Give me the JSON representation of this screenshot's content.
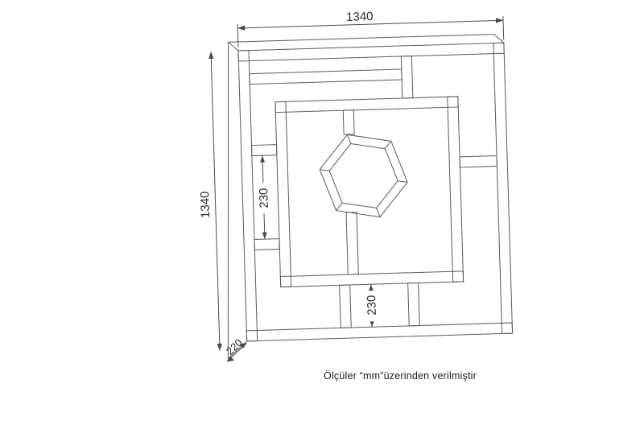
{
  "page": {
    "background_color": "#ffffff"
  },
  "drawing": {
    "type": "furniture-technical-drawing",
    "subject": "square shelving unit with maze-style compartments and hexagonal center shelf",
    "labels": {
      "width": "1340",
      "height": "1340",
      "inner_left": "230",
      "inner_bottom": "230",
      "depth": "220"
    },
    "caption": "Ölçüler “mm”üzerinden verilmiştir",
    "line_color": "#5a5a5a",
    "text_color": "#2b2b2b"
  }
}
